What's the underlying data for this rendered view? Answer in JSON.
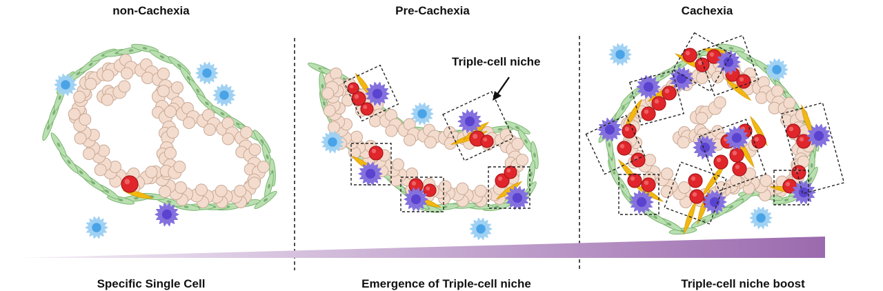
{
  "panels": [
    {
      "title": "non-Cachexia",
      "caption": "Specific Single Cell"
    },
    {
      "title": "Pre-Cachexia",
      "caption": "Emergence of Triple-cell niche"
    },
    {
      "title": "Cachexia",
      "caption": "Triple-cell niche boost"
    }
  ],
  "annotation": {
    "triple_cell_niche": "Triple-cell niche"
  },
  "colors": {
    "beige_cell": "#f3dccd",
    "red_cell": "#e0262b",
    "purple_cell": "#5a43cf",
    "blue_cell": "#4aa3e6",
    "green_cell": "#b9dfb1",
    "yellow_cell": "#f2b811",
    "gradient_start": "#f4eef6",
    "gradient_end": "#9b6aae"
  }
}
